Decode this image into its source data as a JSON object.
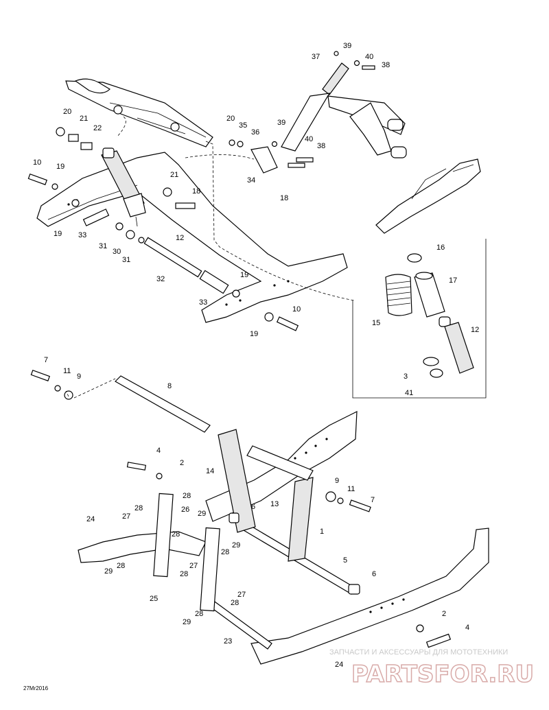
{
  "diagram": {
    "code": "27Mr2016",
    "watermark": {
      "tagline": "ЗАПЧАСТИ И АКСЕССУАРЫ ДЛЯ МОТОТЕХНИКИ",
      "logo": "PARTSFOR.RU"
    },
    "callouts": {
      "c39a": "39",
      "c37": "37",
      "c40a": "40",
      "c38a": "38",
      "c20a": "20",
      "c21a": "21",
      "c22": "22",
      "c20b": "20",
      "c35": "35",
      "c36": "36",
      "c39b": "39",
      "c40b": "40",
      "c38b": "38",
      "c10a": "10",
      "c19a": "19",
      "c21b": "21",
      "c18a": "18",
      "c34": "34",
      "c18b": "18",
      "c19b": "19",
      "c33a": "33",
      "c31a": "31",
      "c30": "30",
      "c31b": "31",
      "c12a": "12",
      "c32": "32",
      "c33b": "33",
      "c19c": "19",
      "c10b": "10",
      "c19d": "19",
      "c16": "16",
      "c17": "17",
      "c15": "15",
      "c12b": "12",
      "c3": "3",
      "c41": "41",
      "c7a": "7",
      "c11a": "11",
      "c9a": "9",
      "c8": "8",
      "c4a": "4",
      "c2a": "2",
      "c14": "14",
      "c13": "13",
      "c6a": "6",
      "c1": "1",
      "c9b": "9",
      "c11b": "11",
      "c7b": "7",
      "c24a": "24",
      "c27a": "27",
      "c28a": "28",
      "c26": "26",
      "c29a": "29",
      "c28b": "28",
      "c29b": "29",
      "c28c": "28",
      "c27b": "27",
      "c28d": "28",
      "c29c": "29",
      "c28e": "28",
      "c28f": "28",
      "c27c": "27",
      "c25": "25",
      "c28g": "28",
      "c29d": "29",
      "c28h": "28",
      "c5": "5",
      "c6b": "6",
      "c23": "23",
      "c2b": "2",
      "c4b": "4",
      "c24b": "24"
    }
  }
}
